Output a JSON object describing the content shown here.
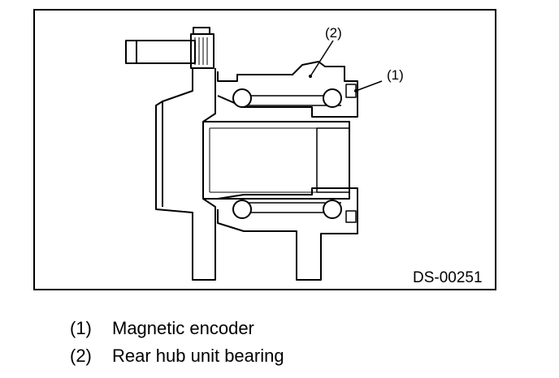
{
  "diagram": {
    "code": "DS-00251",
    "callouts": [
      {
        "label": "(1)"
      },
      {
        "label": "(2)"
      }
    ]
  },
  "legend": [
    {
      "num": "(1)",
      "text": "Magnetic encoder"
    },
    {
      "num": "(2)",
      "text": "Rear hub unit bearing"
    }
  ]
}
